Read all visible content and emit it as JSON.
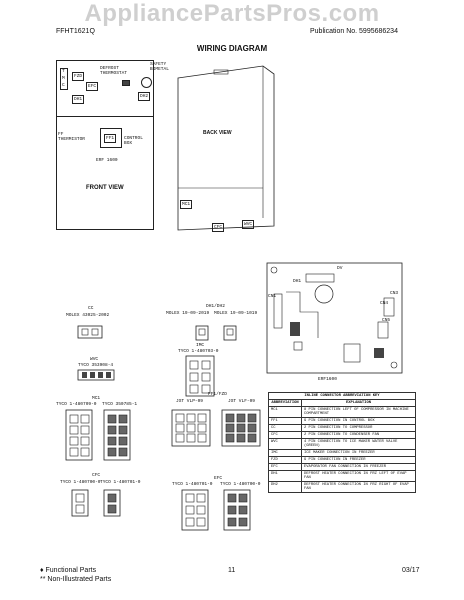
{
  "watermark": "AppliancePartsPros.com",
  "header": {
    "model": "FFHT1621Q",
    "publication": "Publication No. 5995686234",
    "title": "WIRING DIAGRAM"
  },
  "front_view": {
    "side_labels": [
      "T",
      "M",
      "C"
    ],
    "fzd": "FZD",
    "efc": "EFC",
    "dh1": "DH1",
    "dh2": "DH2",
    "defrost_thermostat": "DEFROST THERMOSTAT",
    "safety_bimetal": "SAFETY BIMETAL",
    "ff_thermistor": "FF THERMISTOR",
    "ff1": "FF1",
    "control_box": "CONTROL BOX",
    "erf": "ERF 1600",
    "caption": "FRONT VIEW"
  },
  "back_view": {
    "caption": "BACK VIEW",
    "mc1": "MC1",
    "cfc": "CFC",
    "wvc": "WVC"
  },
  "board": {
    "dv": "DV",
    "dh1": "DH1",
    "cn1": "CN1",
    "cn3": "CN3",
    "cn4": "CN4",
    "cn5": "CN5",
    "erf": "ERF1600"
  },
  "connectors": {
    "cc": [
      "CC",
      "MOLEX 43025-2002"
    ],
    "dh": [
      "DH1/DH2",
      "MOLEX 19-09-2019",
      "MOLEX 19-09-1019"
    ],
    "wvc": [
      "WVC",
      "TYCO 353908-4"
    ],
    "imc": [
      "IMC",
      "TYCO 1-480703-0"
    ],
    "mc1": [
      "MC1",
      "TYCO 1-480709-0",
      "TYCO 350785-1"
    ],
    "ff": [
      "FF1/FZD",
      "JST VLP-09",
      "JST VLF-09"
    ],
    "cfc": [
      "CFC",
      "TYCO 1-480700-0",
      "TYCO 1-480701-0"
    ],
    "efc": [
      "EFC",
      "TYCO 1-480701-0",
      "TYCO 1-480700-0"
    ]
  },
  "key_table": {
    "title": "INLINE CONNECTOR ABBREVIATION KEY",
    "headers": [
      "ABBREVIATION",
      "EXPLANATION"
    ],
    "rows": [
      [
        "MC1",
        "8 PIN CONNECTION LEFT OF COMPRESSOR IN MACHINE COMPARTMENT"
      ],
      [
        "FF1",
        "9 PIN CONNECTION IN CONTROL BOX"
      ],
      [
        "CC",
        "2 PIN CONNECTION TO COMPRESSOR"
      ],
      [
        "CFC",
        "2 PIN CONNECTION TO CONDENSER FAN"
      ],
      [
        "WVC",
        "4 PIN CONNECTION TO ICE MAKER WATER VALVE (GREEN)"
      ],
      [
        "IMC",
        "ICE MAKER CONNECTION IN FREEZER"
      ],
      [
        "FZD",
        "9 PIN CONNECTION IN FREEZER"
      ],
      [
        "EFC",
        "EVAPORATOR FAN CONNECTION IN FREEZER"
      ],
      [
        "DH1",
        "DEFROST HEATER CONNECTION IN FRZ LEFT OF EVAP FAN"
      ],
      [
        "DH2",
        "DEFROST HEATER CONNECTION IN FRZ RIGHT OF EVAP FAN"
      ]
    ]
  },
  "footer": {
    "functional": "♦ Functional Parts",
    "non_illustrated": "** Non-Illustrated Parts",
    "page": "11",
    "date": "03/17"
  }
}
